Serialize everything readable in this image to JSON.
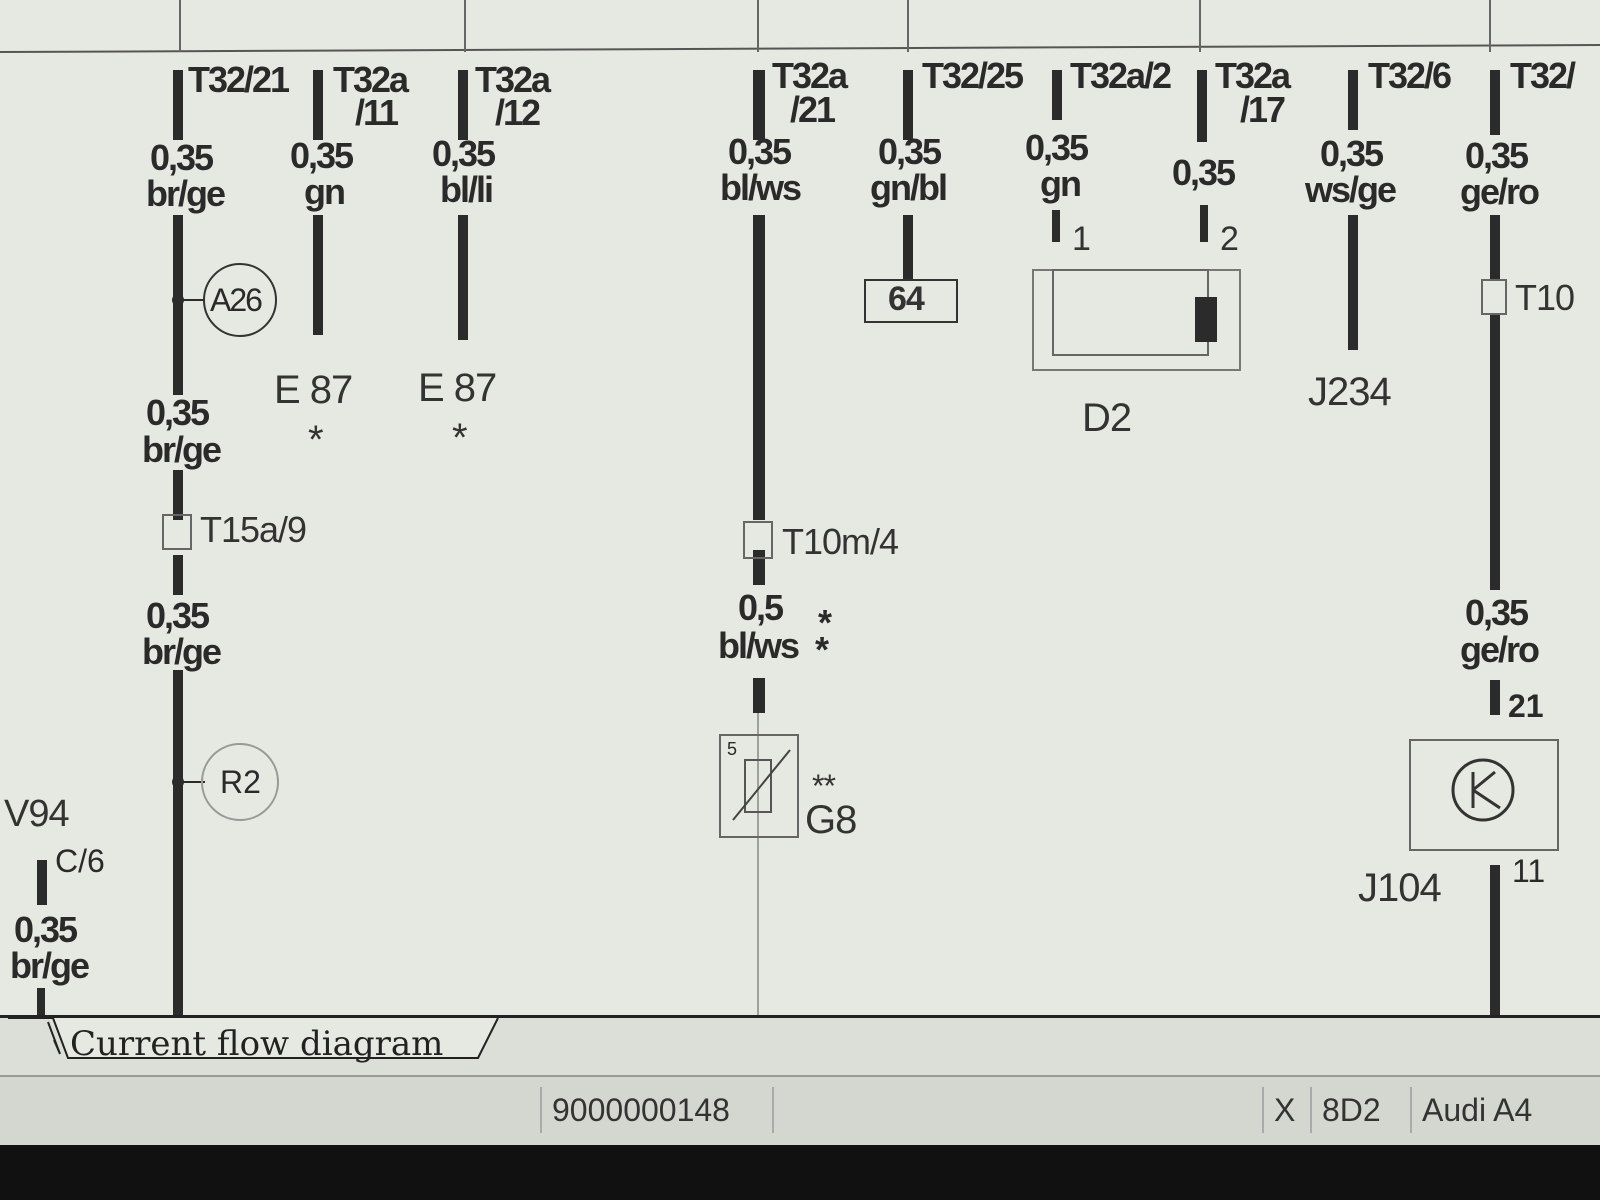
{
  "connectors": {
    "t1": "T32/21",
    "t2a": "T32a",
    "t2b": "/11",
    "t3a": "T32a",
    "t3b": "/12",
    "t4a": "T32a",
    "t4b": "/21",
    "t5": "T32/25",
    "t6": "T32a/2",
    "t7a": "T32a",
    "t7b": "/17",
    "t8": "T32/6",
    "t9": "T32/"
  },
  "wires": {
    "w1_size": "0,35",
    "w1_color": "br/ge",
    "w2_size": "0,35",
    "w2_color": "gn",
    "w3_size": "0,35",
    "w3_color": "bl/li",
    "w4_size": "0,35",
    "w4_color": "bl/ws",
    "w5_size": "0,35",
    "w5_color": "gn/bl",
    "w6_size": "0,35",
    "w6_color": "gn",
    "w7_size": "0,35",
    "w8_size": "0,35",
    "w8_color": "ws/ge",
    "w9_size": "0,35",
    "w9_color": "ge/ro",
    "w1b_size": "0,35",
    "w1b_color": "br/ge",
    "w1c_size": "0,35",
    "w1c_color": "br/ge",
    "w4b_size": "0,5",
    "w4b_color": "bl/ws",
    "w9b_size": "0,35",
    "w9b_color": "ge/ro",
    "wv_size": "0,35",
    "wv_color": "br/ge"
  },
  "components": {
    "a26": "A26",
    "r2": "R2",
    "e87_1": "E 87",
    "e87_2": "E 87",
    "star": "*",
    "box64": "64",
    "d2": "D2",
    "d2_pin1": "1",
    "d2_pin2": "2",
    "j234": "J234",
    "j104": "J104",
    "j104_pin21": "21",
    "j104_pin11": "11",
    "g8": "G8",
    "g8_stars": "**",
    "g8_pin": "5",
    "t15a": "T15a/9",
    "t10m": "T10m/4",
    "t10r": "T10",
    "v94": "V94",
    "c6": "C/6",
    "stars_g": "*"
  },
  "tab": {
    "label": "Current flow diagram"
  },
  "status": {
    "doc_number": "9000000148",
    "x": "X",
    "code": "8D2",
    "model": "Audi A4"
  },
  "colors": {
    "background": "#e6e9e2",
    "wire": "#2b2b2b",
    "text": "#2a2a2a"
  }
}
